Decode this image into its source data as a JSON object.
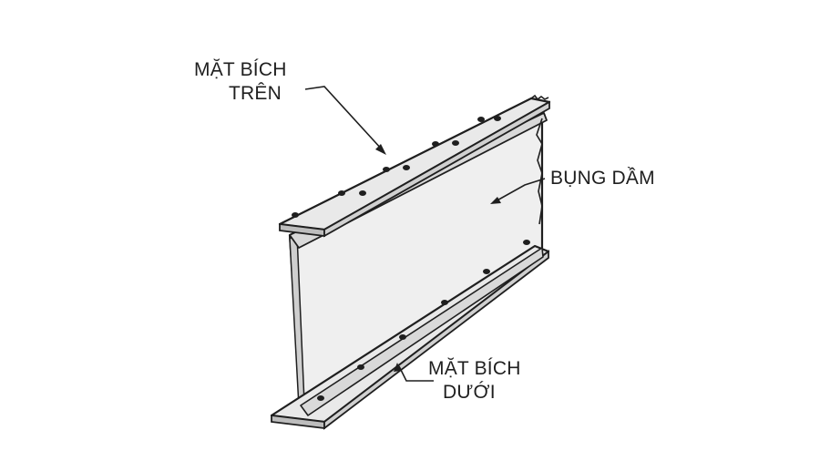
{
  "labels": {
    "top_flange": {
      "line1": "MẶT BÍCH",
      "line2": "TRÊN"
    },
    "web": {
      "line1": "BỤNG DẦM"
    },
    "bottom_flange": {
      "line1": "MẶT BÍCH",
      "line2": "DƯỚI"
    }
  },
  "colors": {
    "ink": "#1f1f1f",
    "steel": "#e6e6e6",
    "steel_dark": "#bdbdbd",
    "background": "#ffffff"
  }
}
